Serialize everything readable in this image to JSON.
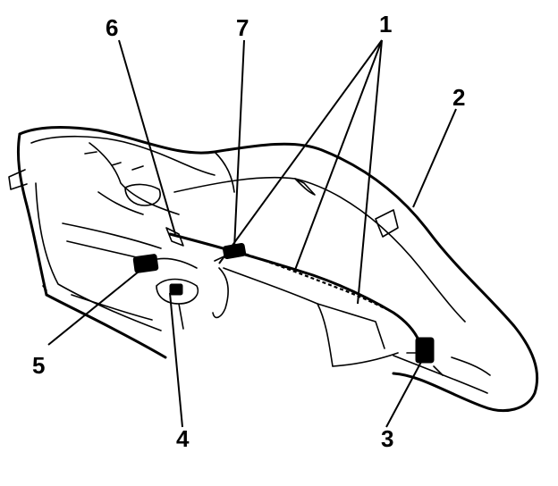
{
  "figure": {
    "type": "exploded-diagram",
    "callouts": [
      {
        "id": "callout-1",
        "label": "1"
      },
      {
        "id": "callout-2",
        "label": "2"
      },
      {
        "id": "callout-3",
        "label": "3"
      },
      {
        "id": "callout-4",
        "label": "4"
      },
      {
        "id": "callout-5",
        "label": "5"
      },
      {
        "id": "callout-6",
        "label": "6"
      },
      {
        "id": "callout-7",
        "label": "7"
      }
    ]
  }
}
